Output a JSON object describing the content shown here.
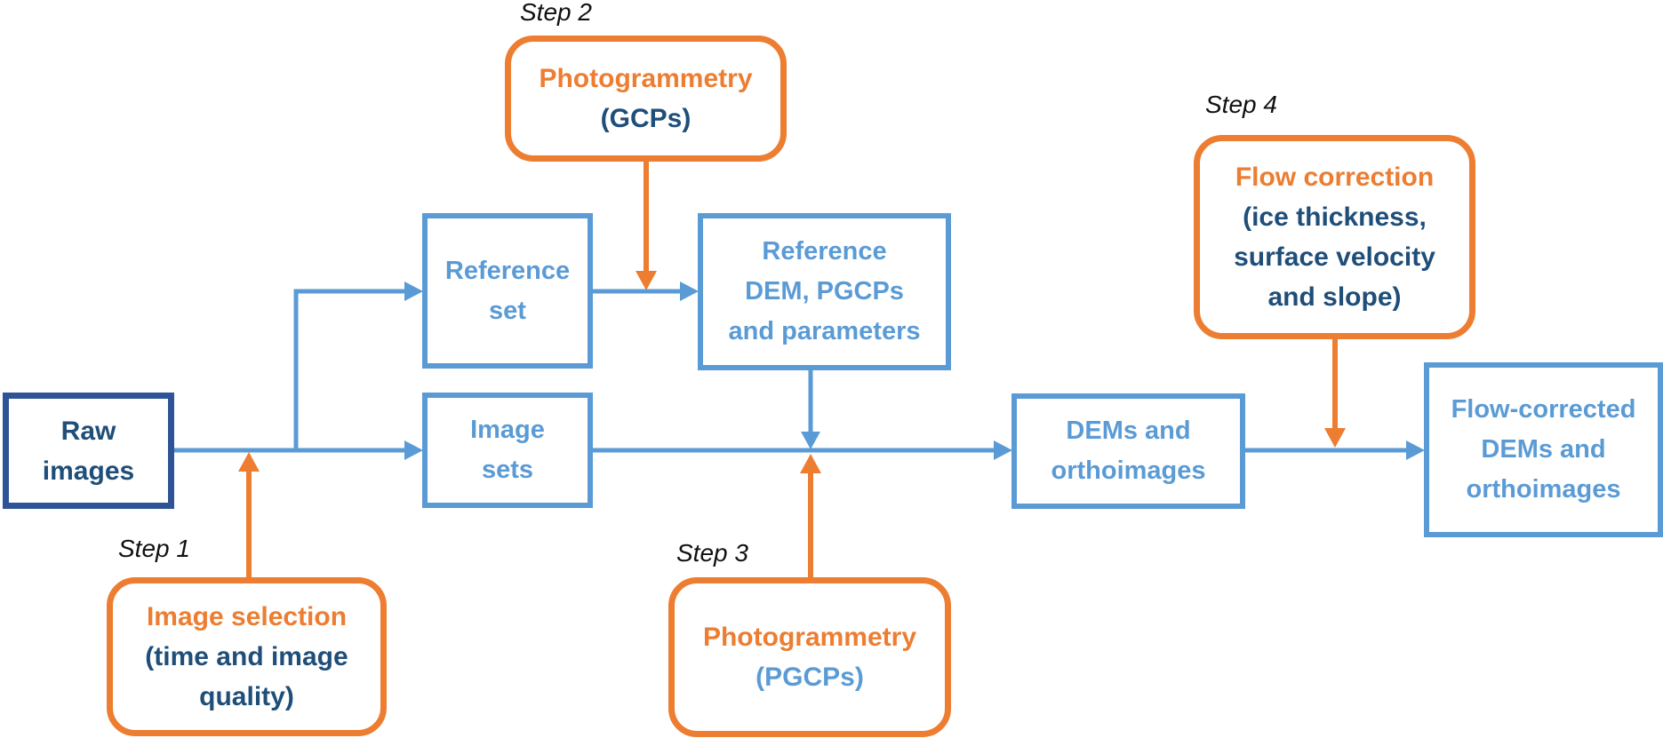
{
  "colors": {
    "orange": "#ED7D31",
    "light_blue": "#5B9BD5",
    "dark_navy": "#1F4E79",
    "raw_box_border": "#2F5496",
    "step_label": "#111111",
    "background": "#FFFFFF"
  },
  "nodes": {
    "raw_images": {
      "lines": [
        "Raw",
        "images"
      ]
    },
    "reference_set": {
      "lines": [
        "Reference",
        "set"
      ]
    },
    "image_sets": {
      "lines": [
        "Image",
        "sets"
      ]
    },
    "reference_dem": {
      "lines": [
        "Reference",
        "DEM, PGCPs",
        "and parameters"
      ]
    },
    "dems_orthoimages": {
      "lines": [
        "DEMs and",
        "orthoimages"
      ]
    },
    "flow_corrected": {
      "lines": [
        "Flow-corrected",
        "DEMs and",
        "orthoimages"
      ]
    }
  },
  "steps": {
    "step1": {
      "label": "Step 1",
      "title": "Image selection",
      "details": [
        "(time and image",
        "quality)"
      ]
    },
    "step2": {
      "label": "Step 2",
      "title": "Photogrammetry",
      "details": [
        "(GCPs)"
      ]
    },
    "step3": {
      "label": "Step 3",
      "title": "Photogrammetry",
      "details": [
        "(PGCPs)"
      ]
    },
    "step4": {
      "label": "Step 4",
      "title": "Flow correction",
      "details": [
        "(ice thickness,",
        "surface velocity",
        "and slope)"
      ]
    }
  }
}
